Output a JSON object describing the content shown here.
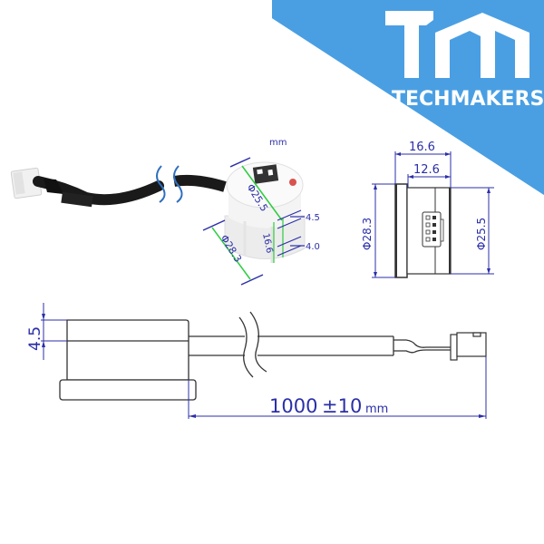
{
  "brand": {
    "logo_mark": "TM",
    "name": "TECHMAKERS",
    "banner_color": "#4a9fe3"
  },
  "colors": {
    "dimension_blue": "#2b2fa8",
    "dimension_green": "#2ecc40",
    "outline": "#333333",
    "break_mark_blue": "#2f6fc0",
    "cable": "#1a1a1a"
  },
  "product_photo": {
    "unit_label": "mm",
    "dimensions": {
      "top_diameter": "Φ25.5",
      "base_diameter": "Φ28.3",
      "height": "16.6",
      "top_step": "4.5",
      "base_step": "4.0"
    }
  },
  "side_view": {
    "overall_length": "16.6",
    "body_length": "12.6",
    "flange_diameter": "Φ28.3",
    "body_diameter": "Φ25.5"
  },
  "front_view": {
    "flange_thickness": "4.5",
    "cable_length": "1000",
    "tolerance": "±10",
    "unit": "mm"
  }
}
